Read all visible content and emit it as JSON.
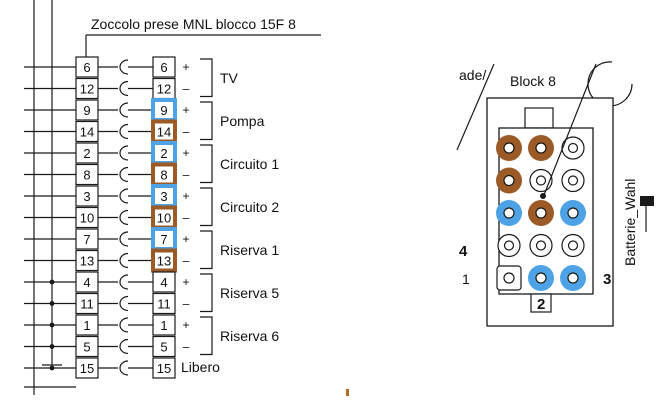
{
  "title": "Zoccolo prese MNL blocco 15F 8",
  "pins": [
    {
      "left": "6",
      "right": "6",
      "sign": "+",
      "hl": "none"
    },
    {
      "left": "12",
      "right": "12",
      "sign": "-",
      "hl": "none"
    },
    {
      "left": "9",
      "right": "9",
      "sign": "+",
      "hl": "blue"
    },
    {
      "left": "14",
      "right": "14",
      "sign": "-",
      "hl": "brown"
    },
    {
      "left": "2",
      "right": "2",
      "sign": "+",
      "hl": "blue"
    },
    {
      "left": "8",
      "right": "8",
      "sign": "-",
      "hl": "brown"
    },
    {
      "left": "3",
      "right": "3",
      "sign": "+",
      "hl": "blue"
    },
    {
      "left": "10",
      "right": "10",
      "sign": "-",
      "hl": "brown"
    },
    {
      "left": "7",
      "right": "7",
      "sign": "+",
      "hl": "blue"
    },
    {
      "left": "13",
      "right": "13",
      "sign": "-",
      "hl": "brown"
    },
    {
      "left": "4",
      "right": "4",
      "sign": "+",
      "hl": "none"
    },
    {
      "left": "11",
      "right": "11",
      "sign": "-",
      "hl": "none"
    },
    {
      "left": "1",
      "right": "1",
      "sign": "+",
      "hl": "none"
    },
    {
      "left": "5",
      "right": "5",
      "sign": "-",
      "hl": "none"
    },
    {
      "left": "15",
      "right": "15",
      "sign": "",
      "hl": "none"
    }
  ],
  "groups": [
    "TV",
    "Pompa",
    "Circuito 1",
    "Circuito 2",
    "Riserva 1",
    "Riserva 5",
    "Riserva 6"
  ],
  "libero_label": "Libero",
  "block": {
    "top_label": "Block 8",
    "fragment_label": "ade/",
    "left_numbers": [
      "4",
      "1"
    ],
    "right_number": "3",
    "bottom_number": "2",
    "side_label": "Batterie_Wahl",
    "grid": [
      [
        "brown",
        "brown",
        "empty"
      ],
      [
        "brown",
        "empty",
        "empty"
      ],
      [
        "blue",
        "brown",
        "blue"
      ],
      [
        "empty",
        "empty",
        "empty"
      ],
      [
        "square",
        "blue",
        "blue"
      ]
    ]
  },
  "colors": {
    "blue": "#4ea3e6",
    "brown": "#9b5a26",
    "line": "#1a1a1a"
  }
}
